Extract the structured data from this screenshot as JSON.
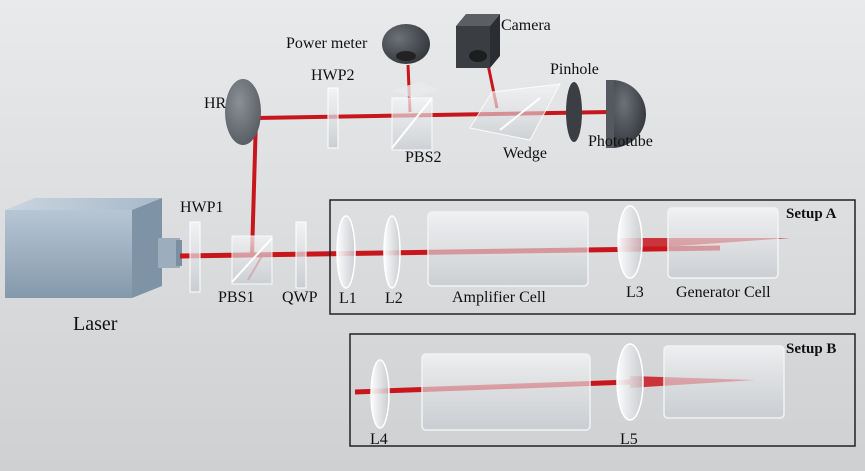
{
  "labels": {
    "power_meter": "Power meter",
    "camera": "Camera",
    "pinhole": "Pinhole",
    "hwp2": "HWP2",
    "hr": "HR",
    "phototube": "Phototube",
    "pbs2": "PBS2",
    "wedge": "Wedge",
    "hwp1": "HWP1",
    "laser": "Laser",
    "pbs1": "PBS1",
    "qwp": "QWP",
    "l1": "L1",
    "l2": "L2",
    "amplifier_cell": "Amplifier Cell",
    "l3": "L3",
    "generator_cell": "Generator Cell",
    "setup_a": "Setup A",
    "setup_b": "Setup B",
    "l4": "L4",
    "l5": "L5"
  },
  "colors": {
    "beam": "#c8161d",
    "frame": "#222222",
    "laser_body": "#9fb1c2",
    "device_dark": "#3a3d42"
  },
  "icons": [
    "laser-source-icon",
    "power-meter-icon",
    "camera-icon",
    "phototube-icon",
    "mirror-icon"
  ]
}
